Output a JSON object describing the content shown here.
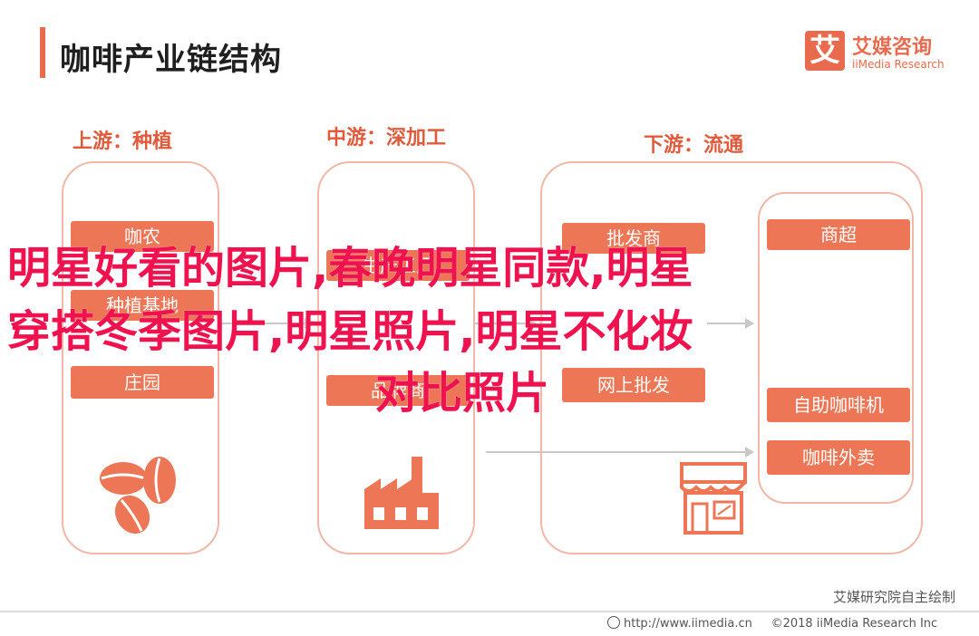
{
  "header": {
    "title": "咖啡产业链结构",
    "accent_color": "#e96b4d"
  },
  "logo": {
    "mark": "艾",
    "name": "艾媒咨询",
    "sub": "iiMedia Research"
  },
  "sections": {
    "upstream": {
      "title": "上游：种植",
      "items": [
        "咖农",
        "种植基地",
        "庄园"
      ],
      "icon": "coffee-beans-icon"
    },
    "midstream": {
      "title": "中游：深加工",
      "items": [
        "生产工厂",
        "品牌商"
      ],
      "icon": "factory-icon"
    },
    "downstream": {
      "title": "下游：流通",
      "distribution_items": [
        "批发商",
        "网上批发"
      ],
      "retail_items": [
        "商超",
        "自助咖啡机",
        "咖啡外卖"
      ],
      "icon": "store-icon"
    }
  },
  "overlay": {
    "line1": "明星好看的图片,春晚明星同款,明星",
    "line2": "穿搭冬季图片,明星照片,明星不化妆",
    "line3": "对比照片",
    "color": "#f0124e"
  },
  "credit": "艾媒研究院自主绘制",
  "footer": {
    "url": "http://www.iimedia.cn",
    "copyright": "©2018  iiMedia Research  Inc"
  }
}
